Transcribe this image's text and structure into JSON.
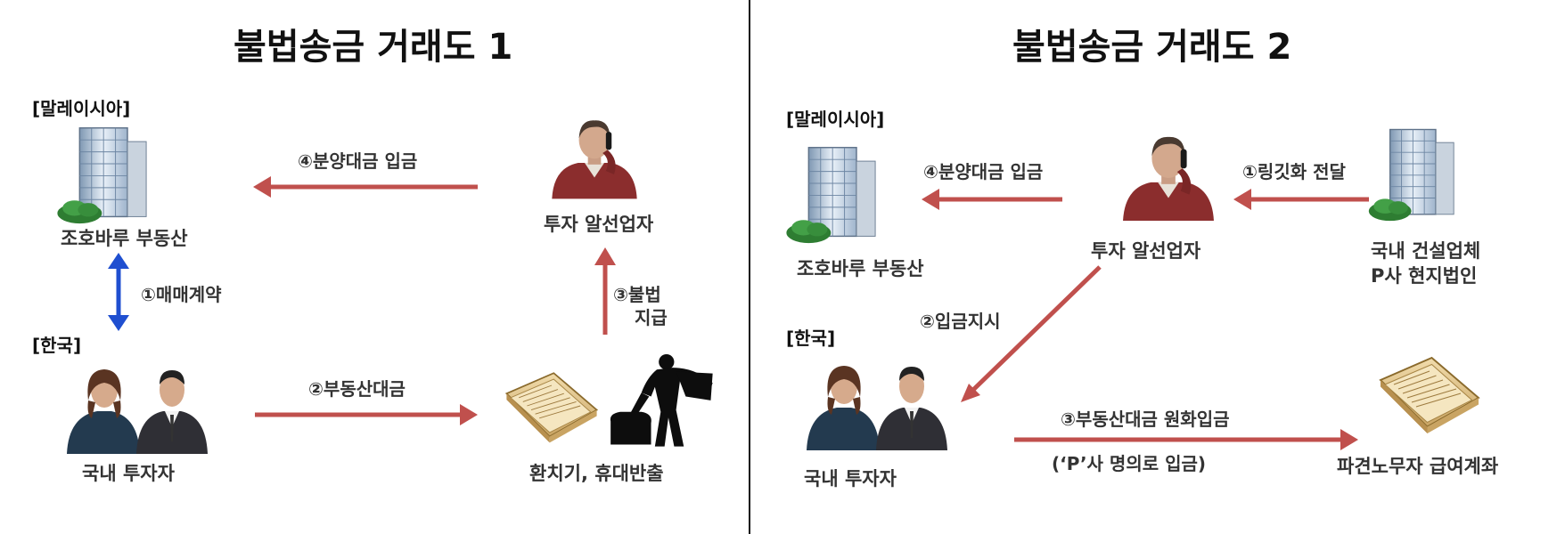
{
  "diagram1": {
    "title": "불법송금 거래도 1",
    "region_malaysia": "[말레이시아]",
    "region_korea": "[한국]",
    "nodes": {
      "real_estate": "조호바루 부동산",
      "broker": "투자 알선업자",
      "investors": "국내 투자자",
      "exchange": "환치기, 휴대반출"
    },
    "steps": {
      "s1": "①매매계약",
      "s2": "②부동산대금",
      "s3_line1": "③불법",
      "s3_line2": "지급",
      "s4": "④분양대금 입금"
    }
  },
  "diagram2": {
    "title": "불법송금 거래도 2",
    "region_malaysia": "[말레이시아]",
    "region_korea": "[한국]",
    "nodes": {
      "real_estate": "조호바루 부동산",
      "broker": "투자 알선업자",
      "company_line1": "국내 건설업체",
      "company_line2": "P사 현지법인",
      "investors": "국내 투자자",
      "payroll": "파견노무자 급여계좌"
    },
    "steps": {
      "s1": "①링깃화 전달",
      "s2": "②입금지시",
      "s3": "③부동산대금 원화입금",
      "s3_note": "(‘P’사 명의로 입금)",
      "s4": "④분양대금 입금"
    }
  },
  "colors": {
    "red_arrow": "#c0504d",
    "blue_arrow": "#1f4fd0",
    "divider": "#111111"
  },
  "icons": [
    "office-building-icon",
    "phone-businessman-icon",
    "investor-couple-icon",
    "ledger-book-icon",
    "porter-silhouette-icon"
  ]
}
